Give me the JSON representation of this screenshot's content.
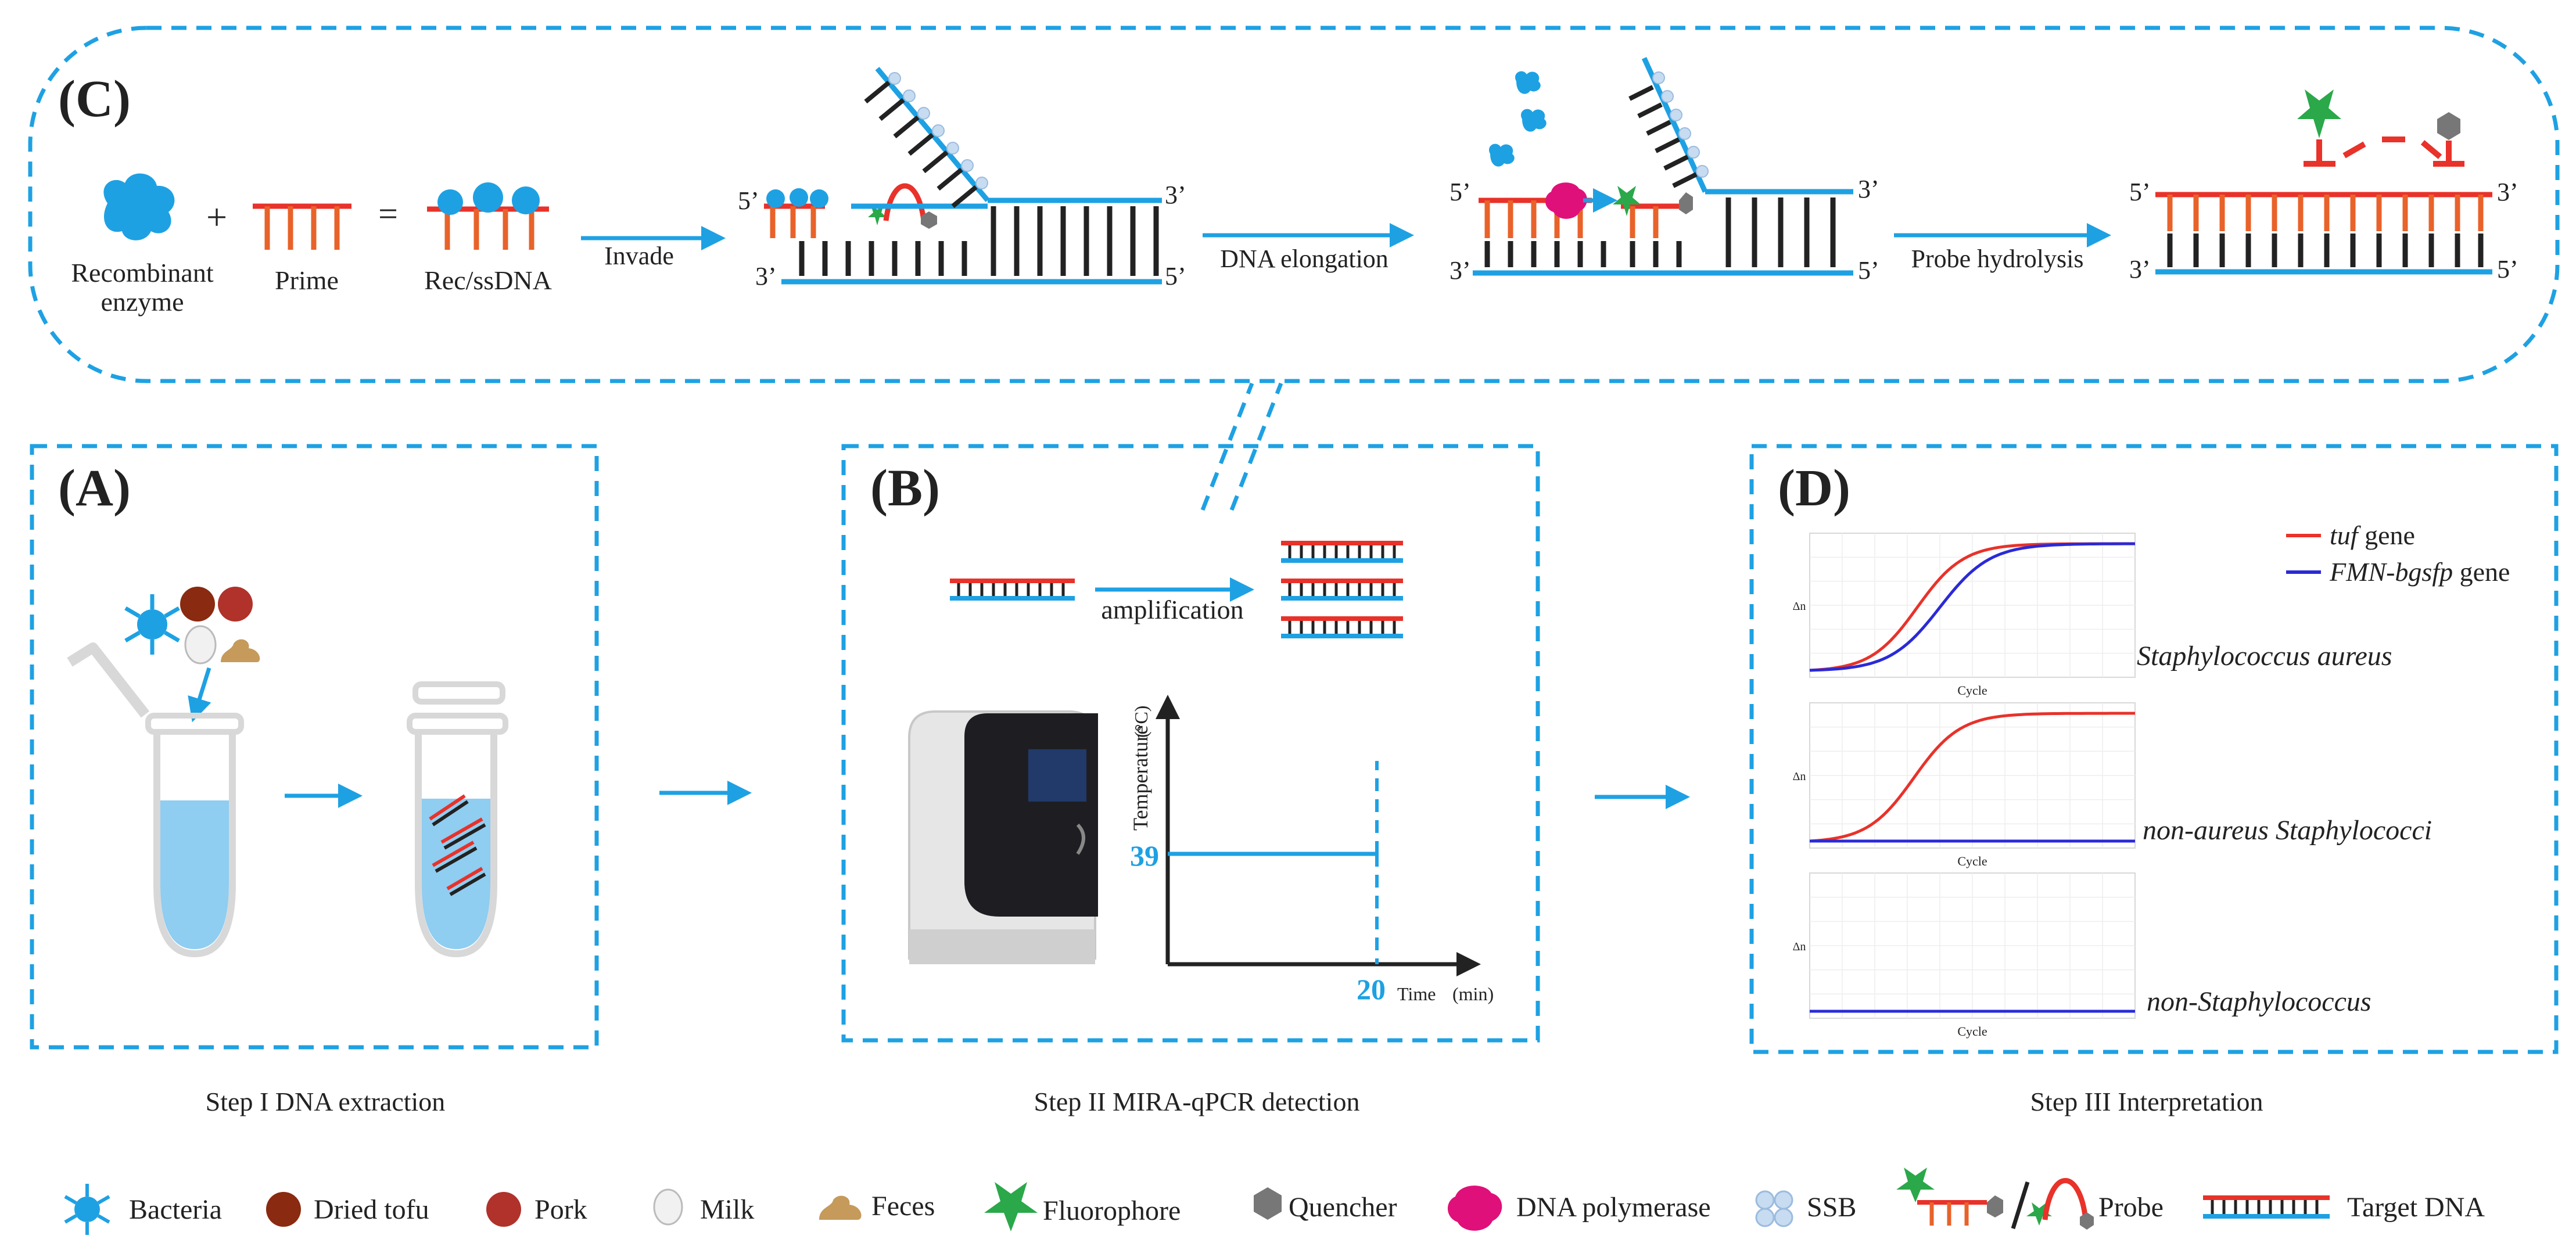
{
  "panels": {
    "c": {
      "label": "(C)",
      "recombinant_enzyme_line1": "Recombinant",
      "recombinant_enzyme_line2": "enzyme",
      "plus": "+",
      "equals": "=",
      "prime": "Prime",
      "rec_ssdna": "Rec/ssDNA",
      "step_invade": "Invade",
      "step_elongation": "DNA elongation",
      "step_hydrolysis": "Probe hydrolysis",
      "end_5": "5’",
      "end_3": "3’"
    },
    "a": {
      "label": "(A)"
    },
    "b": {
      "label": "(B)",
      "amplification": "amplification",
      "y_axis": "Temperature",
      "y_unit": "(°C)",
      "temp_value": "39",
      "time_value": "20",
      "x_axis": "Time",
      "x_unit": "(min)"
    },
    "d": {
      "label": "(D)",
      "legend_tuf_italic": "tuf",
      "legend_tuf_rest": " gene",
      "legend_fmn_italic": "FMN-bgsfp",
      "legend_fmn_rest": " gene",
      "plot1_label": "Staphylococcus aureus",
      "plot2_label": "non-aureus Staphylococci",
      "plot3_label": "non-Staphylococcus",
      "x_label": "Cycle",
      "y_label": "Δn"
    }
  },
  "steps": {
    "step1": "Step I  DNA extraction",
    "step2": "Step II  MIRA-qPCR detection",
    "step3": "Step III  Interpretation"
  },
  "legend": {
    "bacteria": "Bacteria",
    "dried_tofu": "Dried tofu",
    "pork": "Pork",
    "milk": "Milk",
    "feces": "Feces",
    "fluorophore": "Fluorophore",
    "quencher": "Quencher",
    "dna_polymerase": "DNA polymerase",
    "ssb": "SSB",
    "probe": "Probe",
    "target_dna": "Target DNA"
  },
  "colors": {
    "accent_blue": "#1ea1e3",
    "tuf_red": "#e8322a",
    "fmn_blue": "#2a2ad8",
    "fluorophore_green": "#2aa84a",
    "polymerase_magenta": "#e0107a"
  }
}
